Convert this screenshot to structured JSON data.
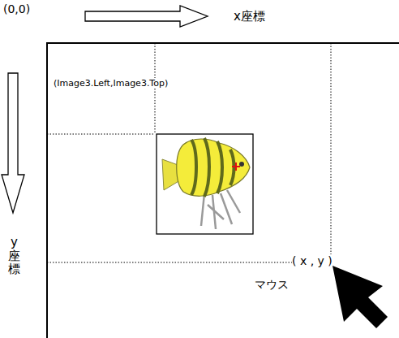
{
  "diagram": {
    "labels": [
      "(0,0)",
      "x座標",
      "y座標",
      "(Image3.Left,Image3.Top)",
      "( x , y )",
      "マウス"
    ]
  }
}
